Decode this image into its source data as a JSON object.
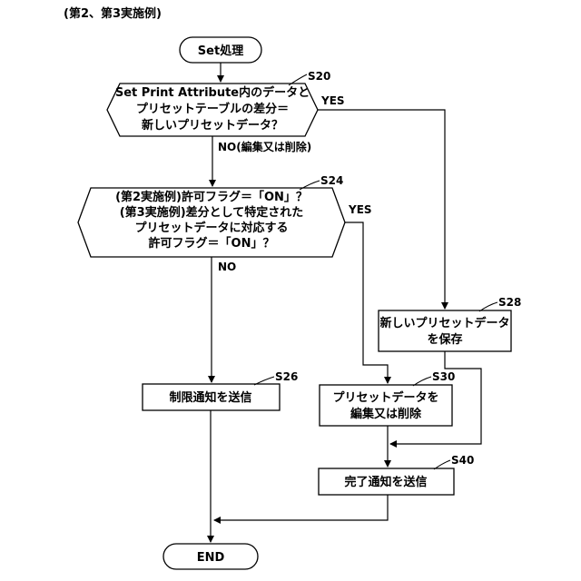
{
  "caption": "(第2、第3実施例)",
  "nodes": {
    "start": {
      "label": "Set処理"
    },
    "s20": {
      "step": "S20",
      "lines": [
        "Set Print Attribute内のデータと",
        "プリセットテーブルの差分＝",
        "新しいプリセットデータ？"
      ],
      "yes": "YES",
      "no": "NO(編集又は削除)"
    },
    "s24": {
      "step": "S24",
      "lines": [
        "(第2実施例)許可フラグ＝「ON」？",
        "(第3実施例)差分として特定された",
        "プリセットデータに対応する",
        "許可フラグ＝「ON」？"
      ],
      "yes": "YES",
      "no": "NO"
    },
    "s28": {
      "step": "S28",
      "lines": [
        "新しいプリセットデータ",
        "を保存"
      ]
    },
    "s26": {
      "step": "S26",
      "lines": [
        "制限通知を送信"
      ]
    },
    "s30": {
      "step": "S30",
      "lines": [
        "プリセットデータを",
        "編集又は削除"
      ]
    },
    "s40": {
      "step": "S40",
      "lines": [
        "完了通知を送信"
      ]
    },
    "end": {
      "label": "END"
    }
  }
}
